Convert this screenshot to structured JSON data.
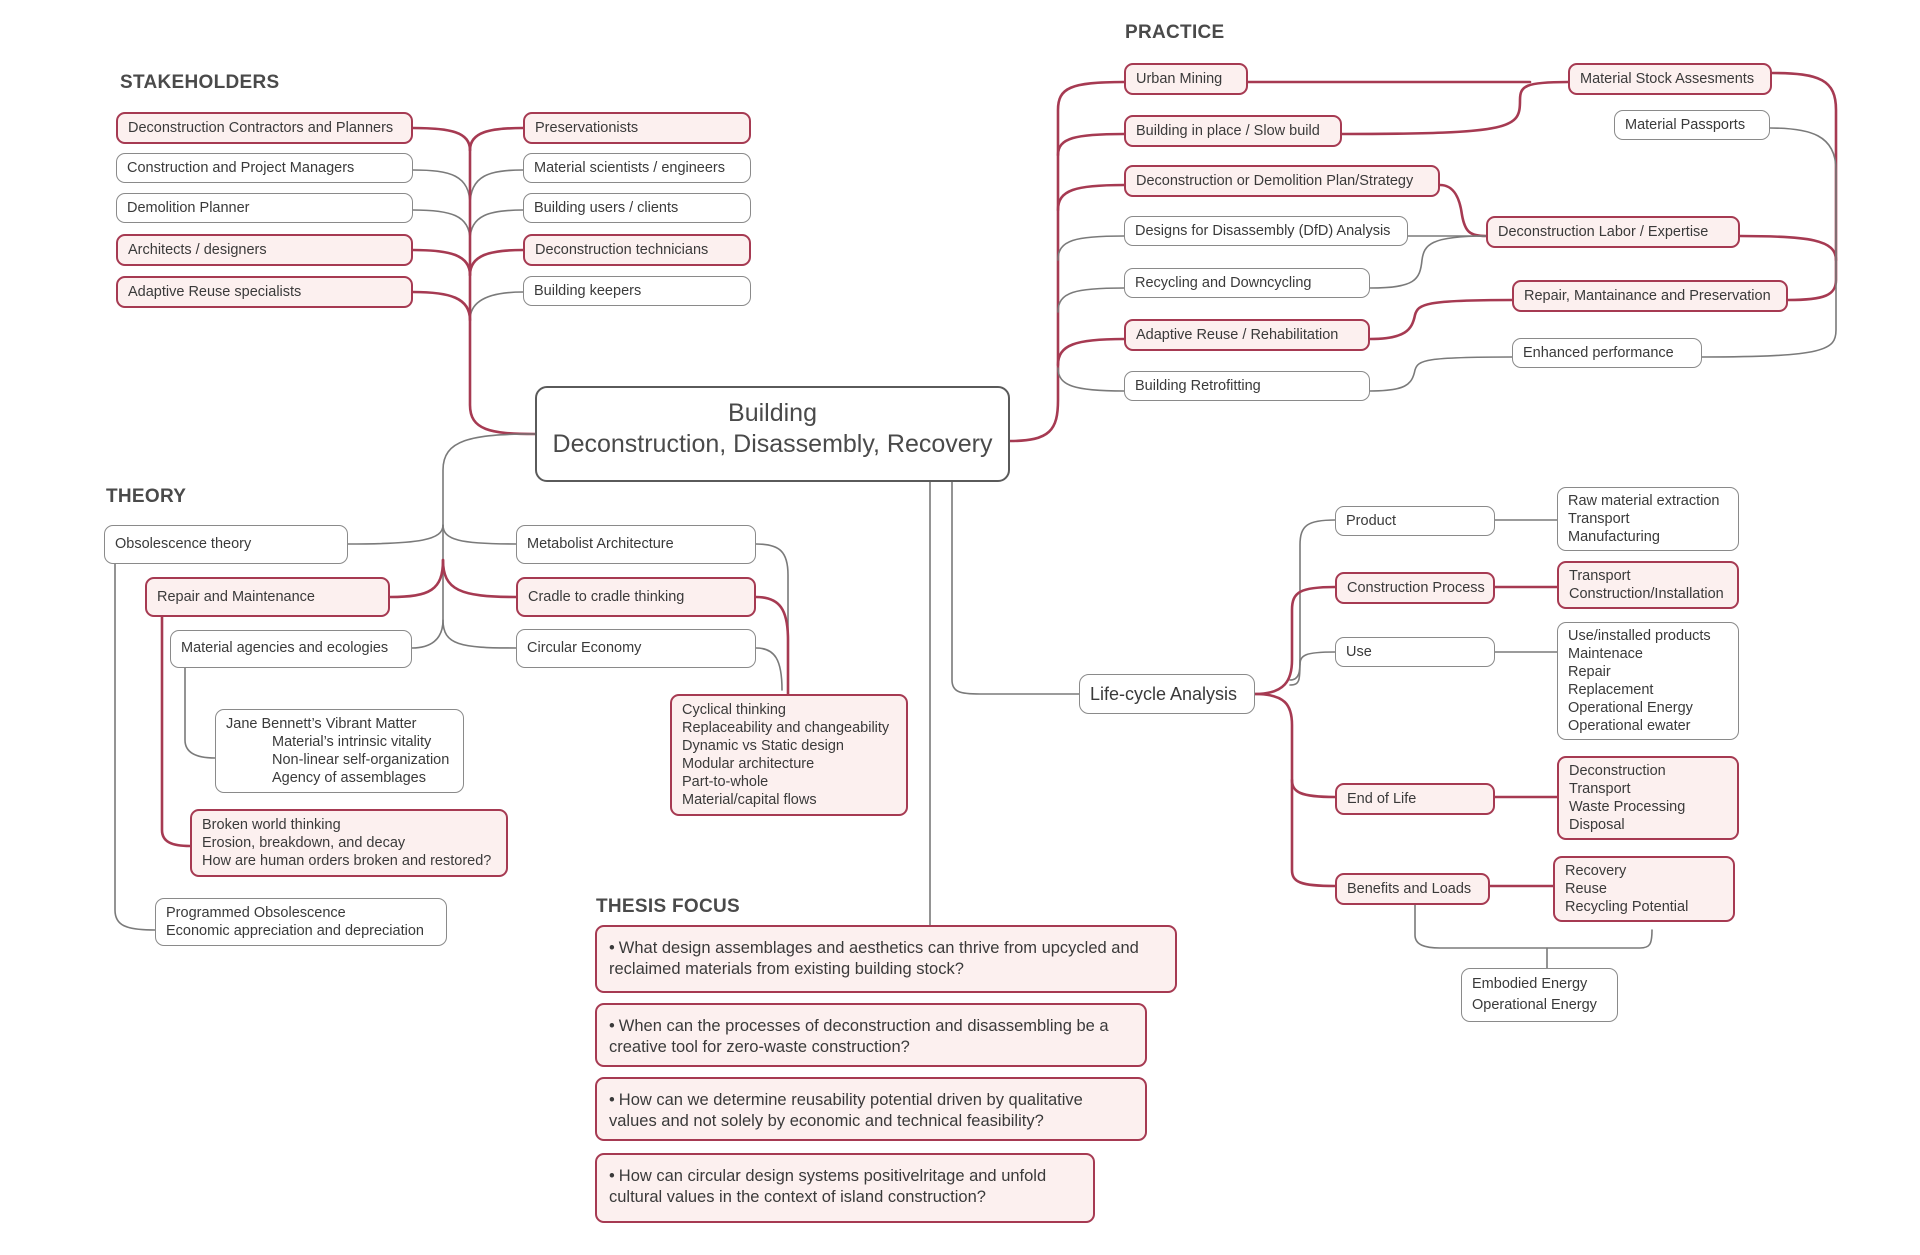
{
  "center": {
    "line1": "Building",
    "line2": "Deconstruction, Disassembly, Recovery"
  },
  "headings": {
    "stakeholders": "STAKEHOLDERS",
    "practice": "PRACTICE",
    "theory": "THEORY",
    "thesis_focus": "THESIS FOCUS"
  },
  "stakeholders": {
    "left": [
      {
        "label": "Deconstruction Contractors and Planners",
        "highlight": true
      },
      {
        "label": "Construction and Project Managers",
        "highlight": false
      },
      {
        "label": "Demolition Planner",
        "highlight": false
      },
      {
        "label": "Architects / designers",
        "highlight": true
      },
      {
        "label": "Adaptive Reuse specialists",
        "highlight": true
      }
    ],
    "right": [
      {
        "label": "Preservationists",
        "highlight": true
      },
      {
        "label": "Material scientists / engineers",
        "highlight": false
      },
      {
        "label": "Building users / clients",
        "highlight": false
      },
      {
        "label": "Deconstruction technicians",
        "highlight": true
      },
      {
        "label": "Building keepers",
        "highlight": false
      }
    ]
  },
  "practice": {
    "items": [
      {
        "label": "Urban Mining",
        "highlight": true
      },
      {
        "label": "Building in place / Slow build",
        "highlight": true
      },
      {
        "label": "Deconstruction or Demolition Plan/Strategy",
        "highlight": true
      },
      {
        "label": "Designs for Disassembly (DfD) Analysis",
        "highlight": false
      },
      {
        "label": "Recycling and Downcycling",
        "highlight": false
      },
      {
        "label": "Adaptive Reuse / Rehabilitation",
        "highlight": true
      },
      {
        "label": "Building Retrofitting",
        "highlight": false
      }
    ],
    "right": {
      "stock": "Material Stock Assesments",
      "passports": "Material Passports",
      "labor": "Deconstruction Labor / Expertise",
      "repair": "Repair, Mantainance and Preservation",
      "enhanced": "Enhanced performance"
    }
  },
  "theory": {
    "obsolescence": "Obsolescence theory",
    "repair": "Repair and Maintenance",
    "agencies": "Material agencies and ecologies",
    "bennett": [
      "Jane Bennett’s Vibrant Matter",
      "Material’s intrinsic vitality",
      "Non-linear self-organization",
      "Agency of assemblages"
    ],
    "broken": [
      "Broken world thinking",
      "Erosion, breakdown, and decay",
      "How are human orders broken and restored?"
    ],
    "programmed": [
      "Programmed Obsolescence",
      "Economic appreciation and depreciation"
    ],
    "metabolist": "Metabolist Architecture",
    "cradle": "Cradle to cradle thinking",
    "circular": "Circular Economy",
    "cyclical": [
      "Cyclical thinking",
      "Replaceability and changeability",
      "Dynamic vs Static design",
      "Modular architecture",
      "Part-to-whole",
      "Material/capital flows"
    ]
  },
  "lca": {
    "title": "Life-cycle Analysis",
    "stages": [
      {
        "label": "Product",
        "highlight": false,
        "details": [
          "Raw material extraction",
          "Transport",
          "Manufacturing"
        ]
      },
      {
        "label": "Construction Process",
        "highlight": true,
        "details": [
          "Transport",
          "Construction/Installation"
        ]
      },
      {
        "label": "Use",
        "highlight": false,
        "details": [
          "Use/installed products",
          "Maintenace",
          "Repair",
          "Replacement",
          "Operational Energy",
          "Operational ewater"
        ]
      },
      {
        "label": "End of Life",
        "highlight": true,
        "details": [
          "Deconstruction",
          "Transport",
          "Waste Processing",
          "Disposal"
        ]
      },
      {
        "label": "Benefits and Loads",
        "highlight": true,
        "details": [
          "Recovery",
          "Reuse",
          "Recycling Potential"
        ]
      }
    ],
    "energy": [
      "Embodied Energy",
      "Operational Energy"
    ]
  },
  "thesis_focus": {
    "bullet": "•",
    "questions": [
      [
        "What design assemblages and aesthetics can thrive from upcycled and",
        "reclaimed materials from existing building stock?"
      ],
      [
        "When can the processes of deconstruction and disassembling be a",
        "creative tool for zero-waste construction?"
      ],
      [
        "How can we determine reusability potential driven by qualitative",
        "values and not solely by economic and technical feasibility?"
      ],
      [
        "How can circular design systems positivelritage and unfold",
        "cultural values in the context of island construction?"
      ]
    ]
  },
  "colors": {
    "accent": "#a63a52",
    "accent_fill": "#fcf0ef",
    "neutral_line": "#7a7a7a",
    "center_border": "#5a5a5a"
  }
}
